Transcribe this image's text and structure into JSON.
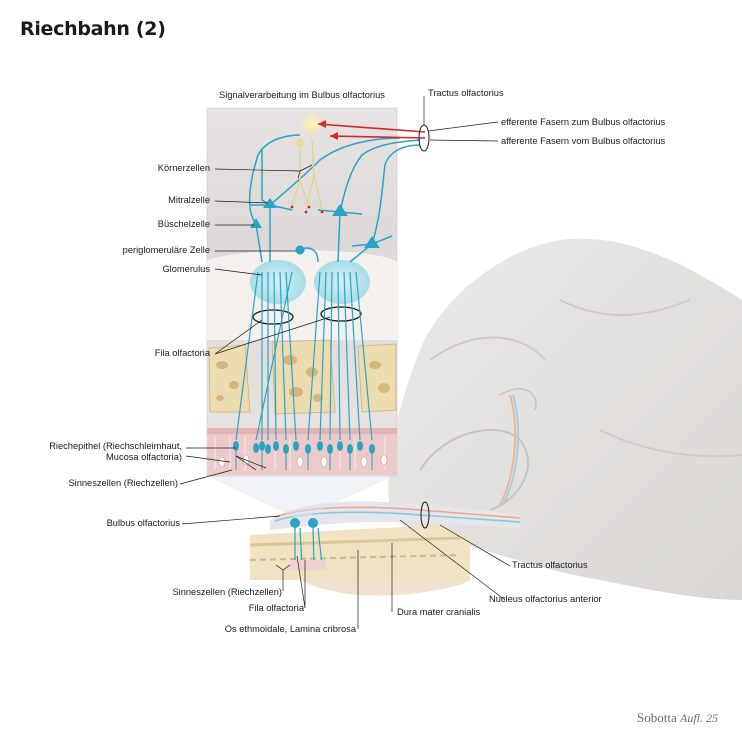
{
  "page": {
    "title": "Riechbahn (2)",
    "inset_caption": "Signalverarbeitung im Bulbus olfactorius"
  },
  "labels": {
    "tractus_top": "Tractus olfactorius",
    "efferent": "efferente Fasern zum Bulbus olfactorius",
    "afferent": "afferente Fasern vom Bulbus olfactorius",
    "koernerzellen": "Körnerzellen",
    "mitralzelle": "Mitralzelle",
    "bueschelzelle": "Büschelzelle",
    "periglomerulaer": "periglomeruläre Zelle",
    "glomerulus": "Glomerulus",
    "fila_top": "Fila olfactoria",
    "riechepithel_1": "Riechepithel (Riechschleimhaut,",
    "riechepithel_2": "Mucosa olfactoria)",
    "sinneszellen_top": "Sinneszellen (Riechzellen)",
    "bulbus": "Bulbus olfactorius",
    "sinneszellen_bottom": "Sinneszellen (Riechzellen)",
    "fila_bottom": "Fila olfactoria",
    "os_ethmoidale": "Os ethmoidale, Lamina cribrosa",
    "tractus_bottom": "Tractus olfactorius",
    "nucleus": "Nucleus olfactorius anterior",
    "dura": "Dura mater cranialis"
  },
  "credit": {
    "publisher": "Sobotta",
    "edition": "Aufl. 25"
  },
  "colors": {
    "neuron_blue": "#2aa3c4",
    "granule_yellow": "#e8dc9a",
    "efferent_red": "#d8262b",
    "bone": "#eadcb0",
    "epithelium_pink": "#edc9c9",
    "brain_gray": "#e4e2e0"
  }
}
